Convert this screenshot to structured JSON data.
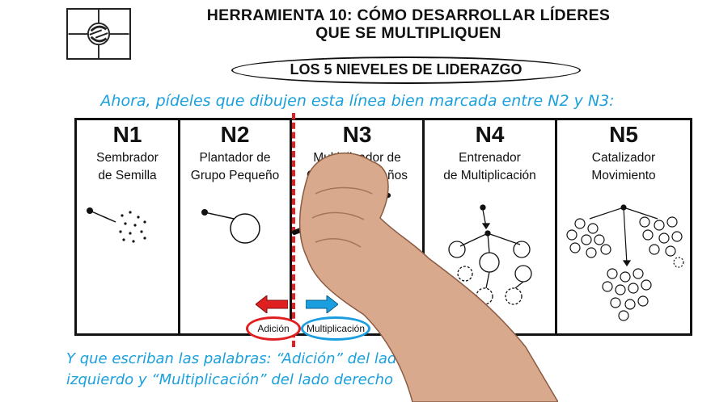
{
  "header": {
    "title_line1": "HERRAMIENTA 10: CÓMO DESARROLLAR LÍDERES",
    "title_line2": "QUE SE MULTIPLIQUEN",
    "subtitle": "LOS 5 NIEVELES DE LIDERAZGO"
  },
  "instructions": {
    "top": "Ahora, pídeles que dibujen esta línea bien marcada entre N2 y N3:",
    "bottom": "Y que escriban las palabras: “Adición” del lado\nizquierdo y “Multiplicación” del lado derecho"
  },
  "levels": [
    {
      "code": "N1",
      "desc": "Sembrador\nde Semilla"
    },
    {
      "code": "N2",
      "desc": "Plantador de\nGrupo Pequeño"
    },
    {
      "code": "N3",
      "desc": "Multiplicador de\nGrupos Pequeños"
    },
    {
      "code": "N4",
      "desc": "Entrenador\nde Multiplicación"
    },
    {
      "code": "N5",
      "desc": "Catalizador\nMovimiento"
    }
  ],
  "labels": {
    "addition": "Adición",
    "multiplication": "Multiplicación"
  },
  "colors": {
    "accent_blue": "#1aa0dc",
    "divider_red": "#e02020"
  },
  "icons": {
    "logo": "globe-arrows-icon",
    "left_arrow": "arrow-left-icon",
    "right_arrow": "arrow-right-icon"
  }
}
